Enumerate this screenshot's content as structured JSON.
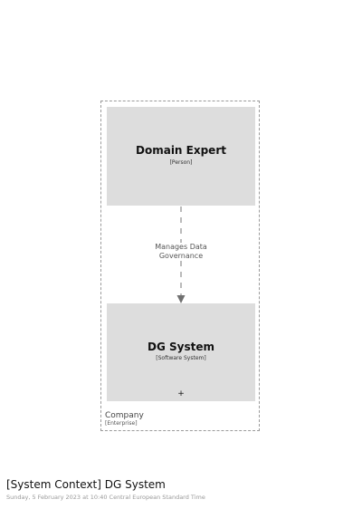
{
  "boundary": {
    "name": "Company",
    "type": "[Enterprise]"
  },
  "elements": {
    "person": {
      "name": "Domain Expert",
      "type": "[Person]"
    },
    "system": {
      "name": "DG System",
      "type": "[Software System]",
      "marker": "+"
    }
  },
  "relationship": {
    "label_line1": "Manages Data",
    "label_line2": "Governance"
  },
  "footer": {
    "title": "[System Context] DG System",
    "date": "Sunday, 5 February 2023 at 10:40 Central European Standard Time"
  }
}
